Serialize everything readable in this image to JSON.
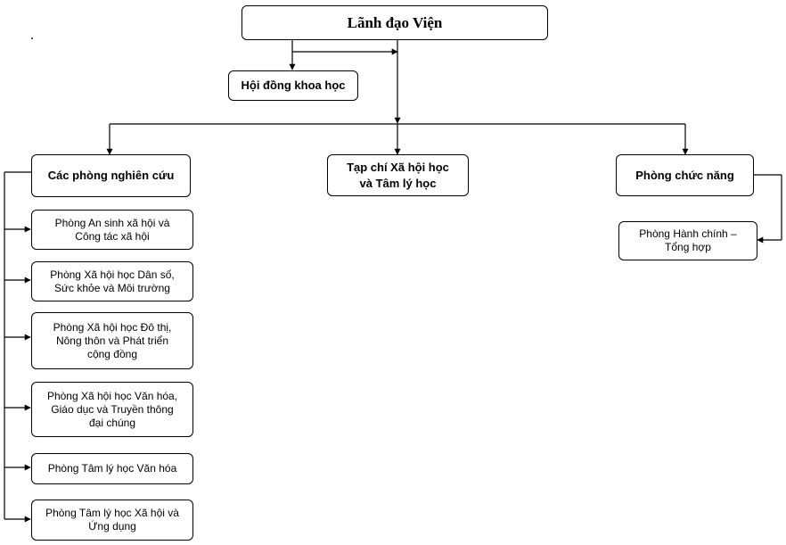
{
  "diagram": {
    "root": "Lãnh đạo Viện",
    "council": "Hội đồng khoa học",
    "research_group": "Các phòng nghiên cứu",
    "journal": "Tạp chí Xã hội học\nvà Tâm lý học",
    "functional_group": "Phòng chức năng",
    "research_depts": [
      "Phòng An sinh xã hội và\nCông tác xã hội",
      "Phòng Xã hội học Dân số,\nSức khỏe và Môi trường",
      "Phòng Xã hội học Đô thị,\nNông thôn và Phát triển\ncộng đồng",
      "Phòng Xã hội học Văn hóa,\nGiáo dục và Truyền thông\nđại chúng",
      "Phòng Tâm lý học Văn hóa",
      "Phòng Tâm lý học Xã hội và\nỨng dụng"
    ],
    "functional_depts": [
      "Phòng Hành chính –\nTổng hợp"
    ],
    "line_color": "#000000"
  }
}
